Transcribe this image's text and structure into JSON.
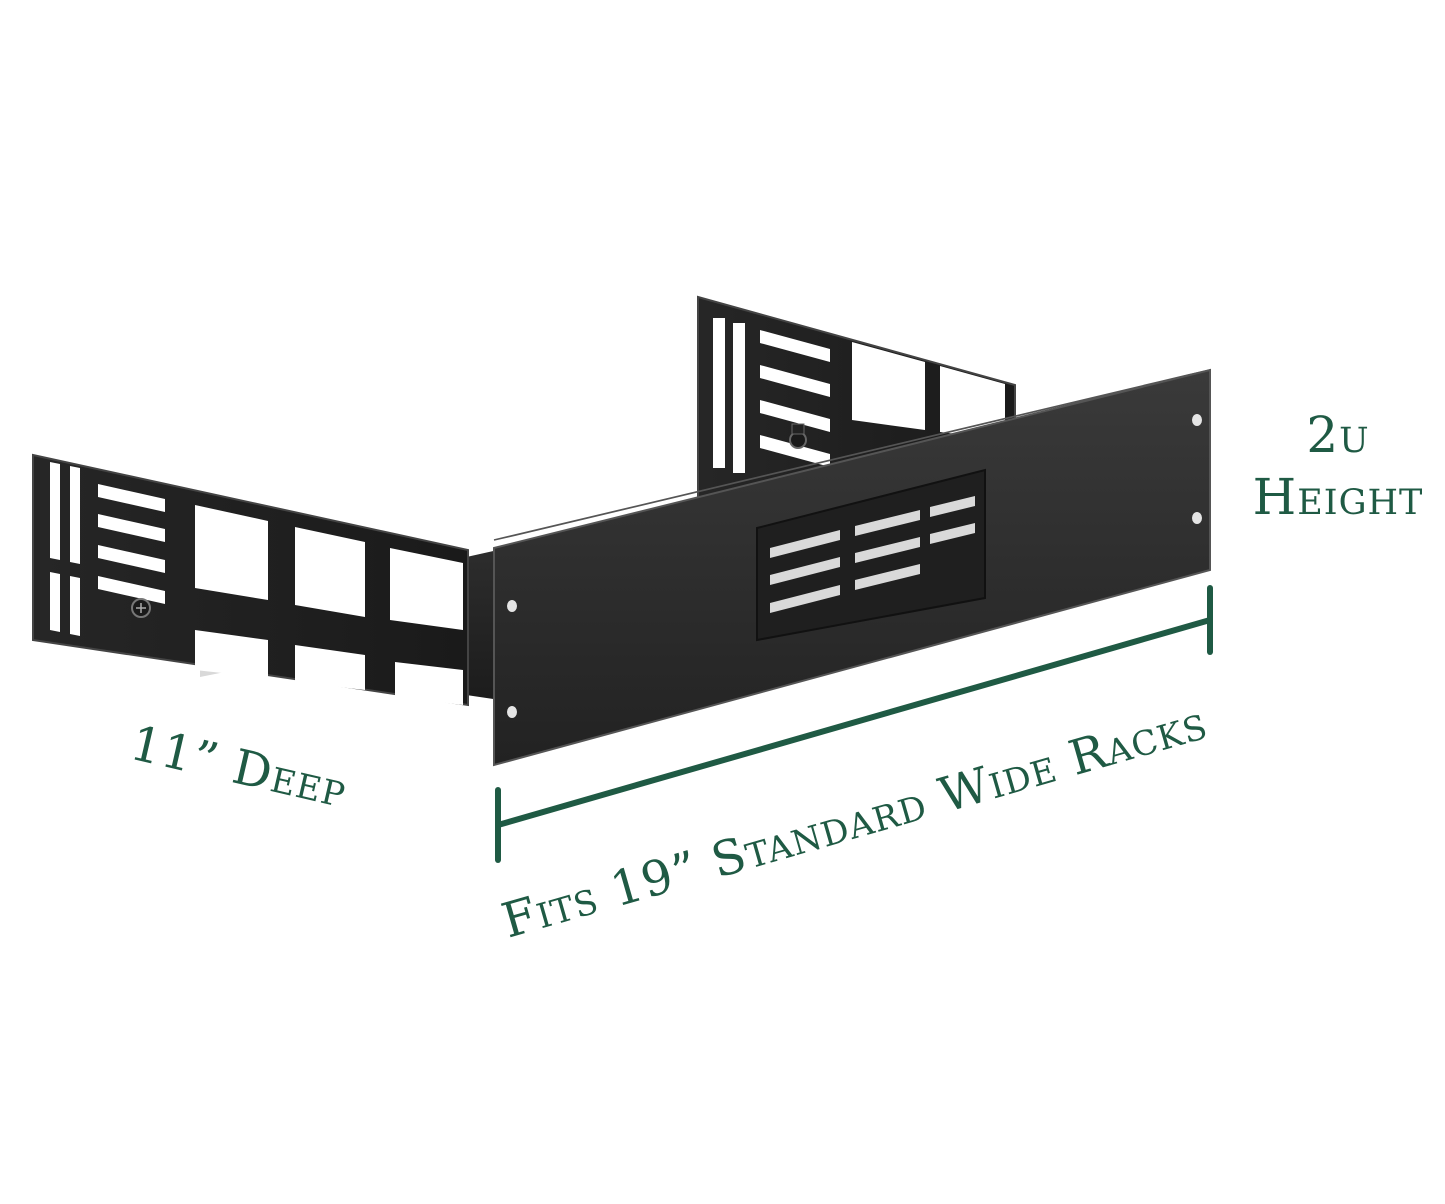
{
  "labels": {
    "height_number": "2u",
    "height_word": "Height",
    "depth": "11” Deep",
    "width": "Fits 19” Standard Wide Racks"
  },
  "colors": {
    "label_text": "#1f5a44",
    "dimension_line": "#1f5a44",
    "metal_front": "#2a2a2a",
    "metal_dark": "#141414",
    "metal_edge": "#555555",
    "background": "#ffffff"
  }
}
